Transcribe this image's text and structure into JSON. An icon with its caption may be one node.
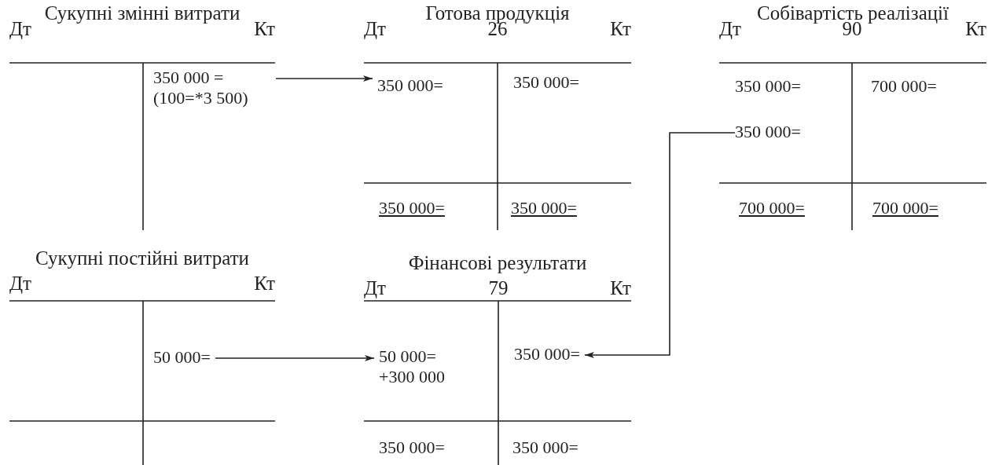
{
  "diagram": {
    "nodes": [
      {
        "text": [
          "Сукупні змінні витрати",
          "Дт",
          "Кт"
        ]
      },
      {
        "text": [
          "350 000 = (100=*3 500)"
        ],
        "in": 0
      },
      {
        "text": [
          "Готова продукція",
          "Дт",
          "26",
          "Кт"
        ]
      },
      {
        "text": [
          "350 000="
        ],
        "in": 2
      },
      {
        "text": [
          "350 000="
        ],
        "in": 2
      },
      {
        "text": [
          "350 000="
        ],
        "in": 2
      },
      {
        "text": [
          "350 000="
        ],
        "in": 2
      },
      {
        "text": [
          "Собівартість реалізації",
          "Дт",
          "90",
          "Кт"
        ]
      },
      {
        "text": [
          "350 000="
        ],
        "in": 7
      },
      {
        "text": [
          "350 000="
        ],
        "in": 7
      },
      {
        "text": [
          "700 000="
        ],
        "in": 7
      },
      {
        "text": [
          "700 000="
        ],
        "in": 7
      },
      {
        "text": [
          "700 000="
        ],
        "in": 7
      },
      {
        "text": [
          "Сукупні постійні витрати",
          "Дт",
          "Кт"
        ]
      },
      {
        "text": [
          "50 000="
        ],
        "in": 13
      },
      {
        "text": [
          "Фінансові результати",
          "Дт",
          "79",
          "Кт"
        ]
      },
      {
        "text": [
          "50 000= +300 000"
        ],
        "in": 15
      },
      {
        "text": [
          "350 000="
        ],
        "in": 15
      },
      {
        "text": [
          "350 000="
        ],
        "in": 15
      },
      {
        "text": [
          "350 000="
        ],
        "in": 15
      }
    ],
    "edges": [
      {
        "from": 1,
        "to": 3,
        "arrow": "to"
      },
      {
        "from": 14,
        "to": 16,
        "arrow": "to"
      },
      {
        "from": 9,
        "to": 17,
        "arrow": "to"
      }
    ]
  }
}
